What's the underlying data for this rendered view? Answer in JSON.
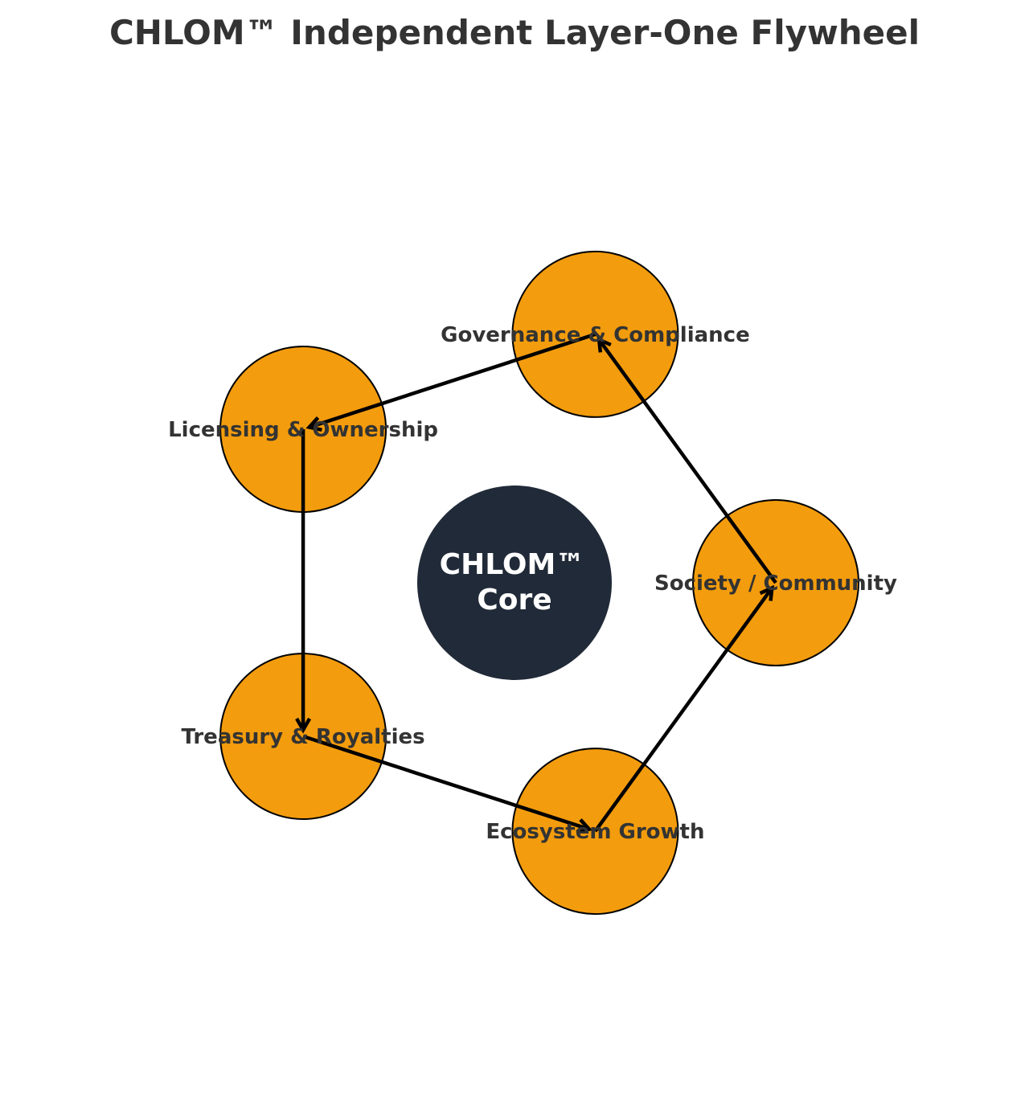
{
  "title": "CHLOM™ Independent Layer-One Flywheel",
  "core": {
    "line1": "CHLOM™",
    "line2": "Core",
    "color": "#212a38"
  },
  "node_color": "#f39c0d",
  "node_stroke": "#000000",
  "arrow_color": "#000000",
  "text_color": "#333333",
  "nodes": [
    {
      "id": "governance",
      "label": "Governance & Compliance"
    },
    {
      "id": "licensing",
      "label": "Licensing & Ownership"
    },
    {
      "id": "treasury",
      "label": "Treasury & Royalties"
    },
    {
      "id": "ecosystem",
      "label": "Ecosystem Growth"
    },
    {
      "id": "society",
      "label": "Society / Community"
    }
  ],
  "edges": [
    {
      "from": "governance",
      "to": "licensing"
    },
    {
      "from": "licensing",
      "to": "treasury"
    },
    {
      "from": "treasury",
      "to": "ecosystem"
    },
    {
      "from": "ecosystem",
      "to": "society"
    },
    {
      "from": "society",
      "to": "governance"
    }
  ]
}
